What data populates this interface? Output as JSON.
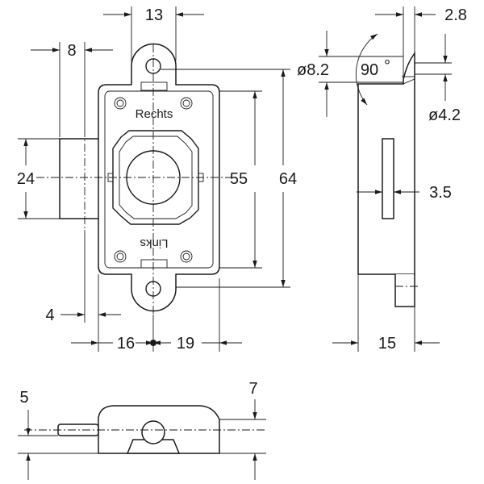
{
  "dimensions": {
    "width_top": "13",
    "shaft_offset": "8",
    "bore_large": "ø8.2",
    "angle": "90",
    "angle_unit": "°",
    "thickness_top": "2.8",
    "bore_small": "ø4.2",
    "bolt_height": "24",
    "inner_height": "55",
    "outer_height": "64",
    "slot_width": "3.5",
    "shaft_setback": "4",
    "left_half": "16",
    "right_half": "19",
    "depth": "15",
    "bottom_left": "5",
    "bottom_right": "7"
  },
  "labels": {
    "top_engraving": "Rechts",
    "bottom_engraving": "Links"
  }
}
